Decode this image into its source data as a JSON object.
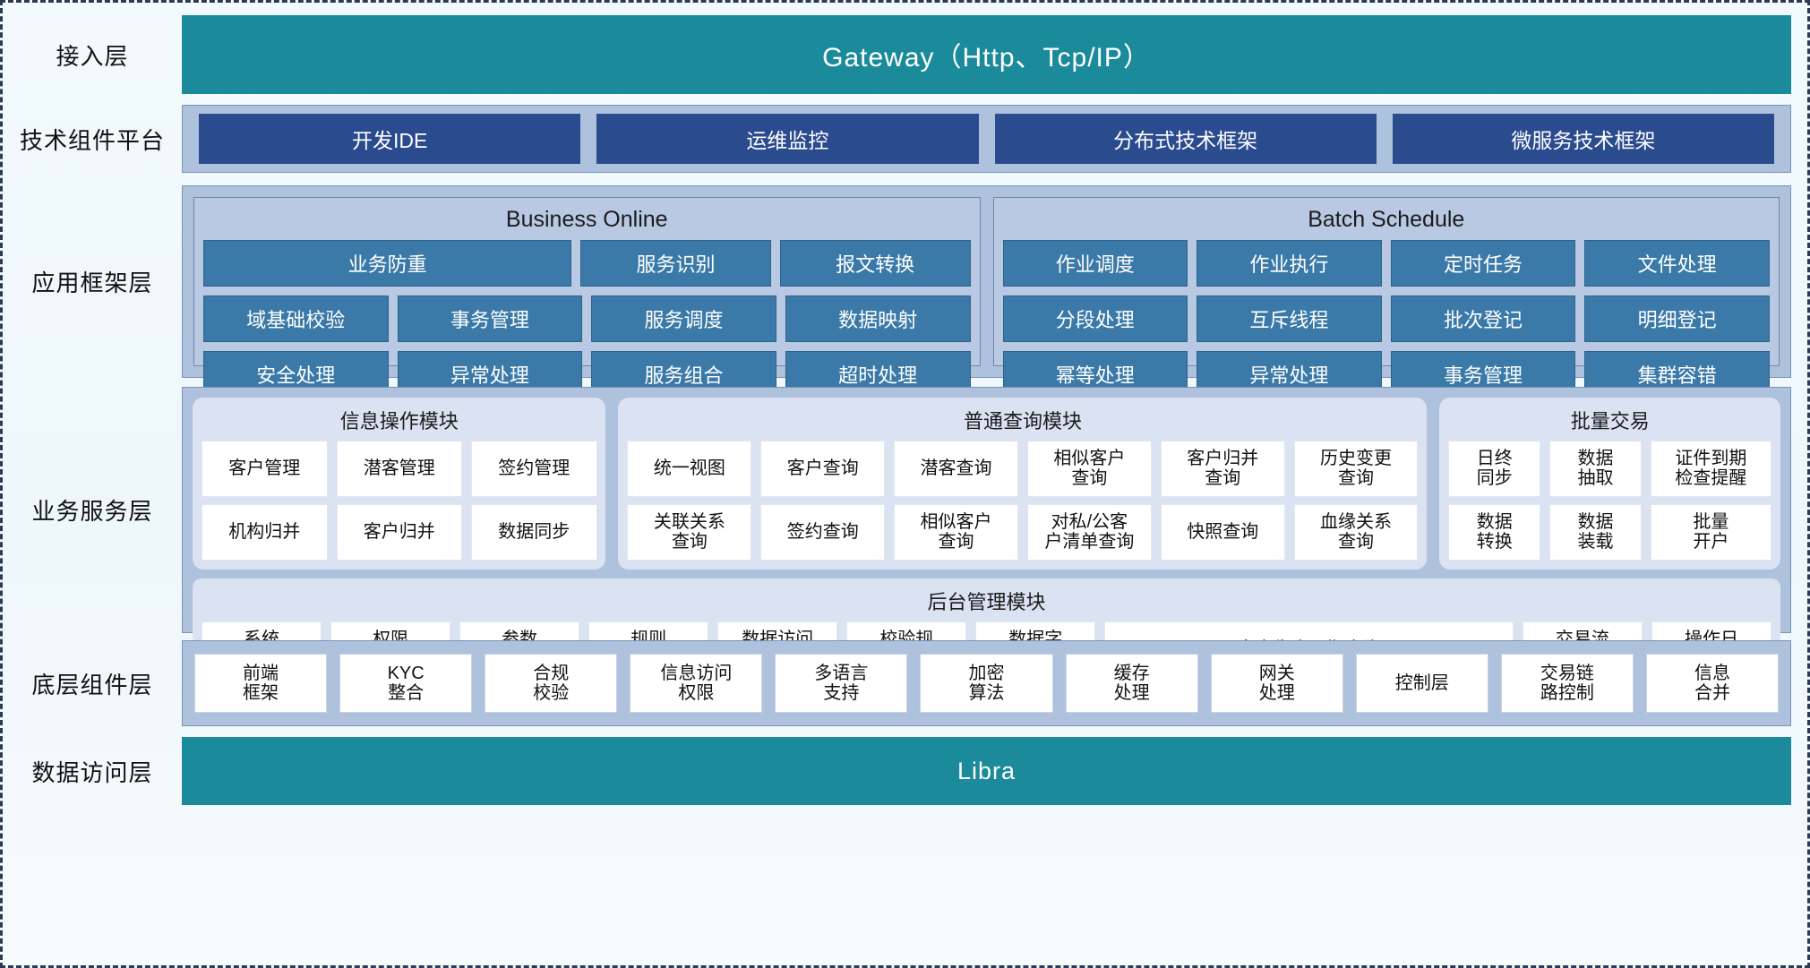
{
  "layers": [
    {
      "id": "access",
      "label": "接入层"
    },
    {
      "id": "tech",
      "label": "技术组件平台"
    },
    {
      "id": "appframe",
      "label": "应用框架层"
    },
    {
      "id": "service",
      "label": "业务服务层"
    },
    {
      "id": "base",
      "label": "底层组件层"
    },
    {
      "id": "data",
      "label": "数据访问层"
    }
  ],
  "access": {
    "title": "Gateway（Http、Tcp/IP）"
  },
  "tech": {
    "items": [
      "开发IDE",
      "运维监控",
      "分布式技术框架",
      "微服务技术框架"
    ]
  },
  "appframe": {
    "panels": [
      {
        "title": "Business Online",
        "rows": [
          [
            {
              "label": "业务防重",
              "span": 2
            },
            {
              "label": "服务识别",
              "span": 1
            },
            {
              "label": "报文转换",
              "span": 1
            }
          ],
          [
            {
              "label": "域基础校验",
              "span": 1
            },
            {
              "label": "事务管理",
              "span": 1
            },
            {
              "label": "服务调度",
              "span": 1
            },
            {
              "label": "数据映射",
              "span": 1
            }
          ],
          [
            {
              "label": "安全处理",
              "span": 1
            },
            {
              "label": "异常处理",
              "span": 1
            },
            {
              "label": "服务组合",
              "span": 1
            },
            {
              "label": "超时处理",
              "span": 1
            }
          ]
        ]
      },
      {
        "title": "Batch Schedule",
        "rows": [
          [
            {
              "label": "作业调度",
              "span": 1
            },
            {
              "label": "作业执行",
              "span": 1
            },
            {
              "label": "定时任务",
              "span": 1
            },
            {
              "label": "文件处理",
              "span": 1
            }
          ],
          [
            {
              "label": "分段处理",
              "span": 1
            },
            {
              "label": "互斥线程",
              "span": 1
            },
            {
              "label": "批次登记",
              "span": 1
            },
            {
              "label": "明细登记",
              "span": 1
            }
          ],
          [
            {
              "label": "幂等处理",
              "span": 1
            },
            {
              "label": "异常处理",
              "span": 1
            },
            {
              "label": "事务管理",
              "span": 1
            },
            {
              "label": "集群容错",
              "span": 1
            }
          ]
        ]
      }
    ]
  },
  "service": {
    "modules": [
      {
        "title": "信息操作模块",
        "flex": 3,
        "rows": [
          [
            {
              "label": "客户管理",
              "span": 1
            },
            {
              "label": "潜客管理",
              "span": 1
            },
            {
              "label": "签约管理",
              "span": 1
            }
          ],
          [
            {
              "label": "机构归并",
              "span": 1
            },
            {
              "label": "客户归并",
              "span": 1
            },
            {
              "label": "数据同步",
              "span": 1
            }
          ]
        ]
      },
      {
        "title": "普通查询模块",
        "flex": 6,
        "rows": [
          [
            {
              "label": "统一视图",
              "span": 1
            },
            {
              "label": "客户查询",
              "span": 1
            },
            {
              "label": "潜客查询",
              "span": 1
            },
            {
              "label": "相似客户\n查询",
              "span": 1
            },
            {
              "label": "客户归并\n查询",
              "span": 1
            },
            {
              "label": "历史变更\n查询",
              "span": 1
            }
          ],
          [
            {
              "label": "关联关系\n查询",
              "span": 1
            },
            {
              "label": "签约查询",
              "span": 1
            },
            {
              "label": "相似客户\n查询",
              "span": 1
            },
            {
              "label": "对私/公客\n户清单查询",
              "span": 1
            },
            {
              "label": "快照查询",
              "span": 1
            },
            {
              "label": "血缘关系\n查询",
              "span": 1
            }
          ]
        ]
      },
      {
        "title": "批量交易",
        "flex": 2.45,
        "rows": [
          [
            {
              "label": "日终\n同步",
              "span": 1
            },
            {
              "label": "数据\n抽取",
              "span": 1
            },
            {
              "label": "证件到期\n检查提醒",
              "span": 1.35
            }
          ],
          [
            {
              "label": "数据\n转换",
              "span": 1
            },
            {
              "label": "数据\n装载",
              "span": 1
            },
            {
              "label": "批量\n开户",
              "span": 1.35
            }
          ]
        ]
      }
    ],
    "admin": {
      "title": "后台管理模块",
      "items": [
        {
          "label": "系统\n管理",
          "span": 1
        },
        {
          "label": "权限\n管理",
          "span": 1
        },
        {
          "label": "参数\n管理",
          "span": 1
        },
        {
          "label": "规则\n配置",
          "span": 1
        },
        {
          "label": "数据访问\n控制",
          "span": 1
        },
        {
          "label": "校验规\n则管理",
          "span": 1
        },
        {
          "label": "数据字\n典管理",
          "span": 1
        },
        {
          "label": "客户生命周期查询",
          "span": 3.6
        },
        {
          "label": "交易流\n水查询",
          "span": 1
        },
        {
          "label": "操作日\n志查询",
          "span": 1
        }
      ]
    }
  },
  "base": {
    "items": [
      {
        "label": "前端\n框架",
        "span": 1
      },
      {
        "label": "KYC\n整合",
        "span": 1
      },
      {
        "label": "合规\n校验",
        "span": 1
      },
      {
        "label": "信息访问\n权限",
        "span": 1
      },
      {
        "label": "多语言\n支持",
        "span": 1
      },
      {
        "label": "加密\n算法",
        "span": 1
      },
      {
        "label": "缓存\n处理",
        "span": 1
      },
      {
        "label": "网关\n处理",
        "span": 1
      },
      {
        "label": "控制层",
        "span": 1
      },
      {
        "label": "交易链\n路控制",
        "span": 1
      },
      {
        "label": "信息\n合并",
        "span": 1
      }
    ]
  },
  "data": {
    "title": "Libra"
  },
  "colors": {
    "teal": "#1b8a9b",
    "dark_blue_chip": "#2b4b8f",
    "mid_blue_chip": "#3b7aa8",
    "band_blue": "#aec1dd",
    "panel_blue": "#b9c9e3",
    "module_blue": "#dbe3f2",
    "white_box": "#ffffff"
  }
}
